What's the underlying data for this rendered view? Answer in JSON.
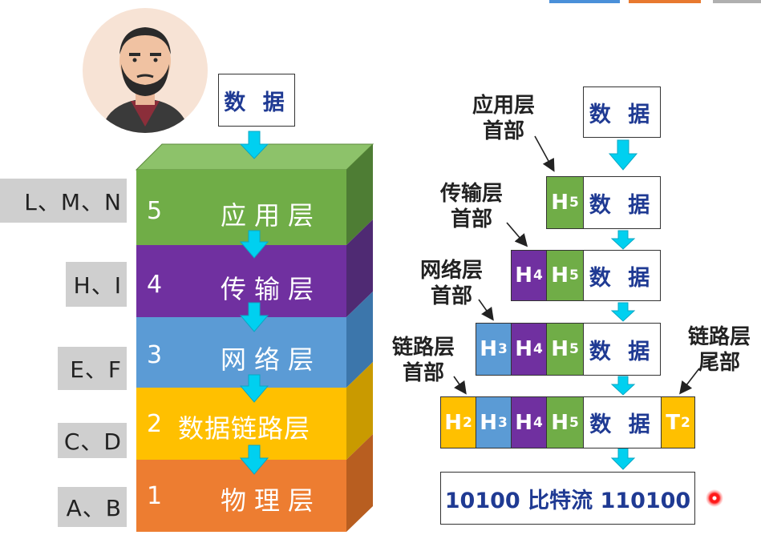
{
  "left": {
    "top_data": "数 据",
    "layers": [
      {
        "num": "5",
        "name": "应用层",
        "color": "#70ad47",
        "protocols": "L、M、N"
      },
      {
        "num": "4",
        "name": "传输层",
        "color": "#7030a0",
        "protocols": "H、I"
      },
      {
        "num": "3",
        "name": "网络层",
        "color": "#5b9bd5",
        "protocols": "E、F"
      },
      {
        "num": "2",
        "name": "数据链路层",
        "color": "#ffc000",
        "protocols": "C、D"
      },
      {
        "num": "1",
        "name": "物理层",
        "color": "#ed7d31",
        "protocols": "A、B"
      }
    ]
  },
  "right": {
    "labels": {
      "app_header": "应用层\n首部",
      "transport_header": "传输层\n首部",
      "network_header": "网络层\n首部",
      "link_header": "链路层\n首部",
      "link_trailer": "链路层\n尾部"
    },
    "data_text": "数 据",
    "headers": {
      "h5": {
        "letter": "H",
        "sub": "5",
        "color": "#70ad47"
      },
      "h4": {
        "letter": "H",
        "sub": "4",
        "color": "#7030a0"
      },
      "h3": {
        "letter": "H",
        "sub": "3",
        "color": "#5b9bd5"
      },
      "h2": {
        "letter": "H",
        "sub": "2",
        "color": "#ffc000"
      },
      "t2": {
        "letter": "T",
        "sub": "2",
        "color": "#ffc000"
      }
    },
    "bitstream": "10100 比特流 110100"
  }
}
